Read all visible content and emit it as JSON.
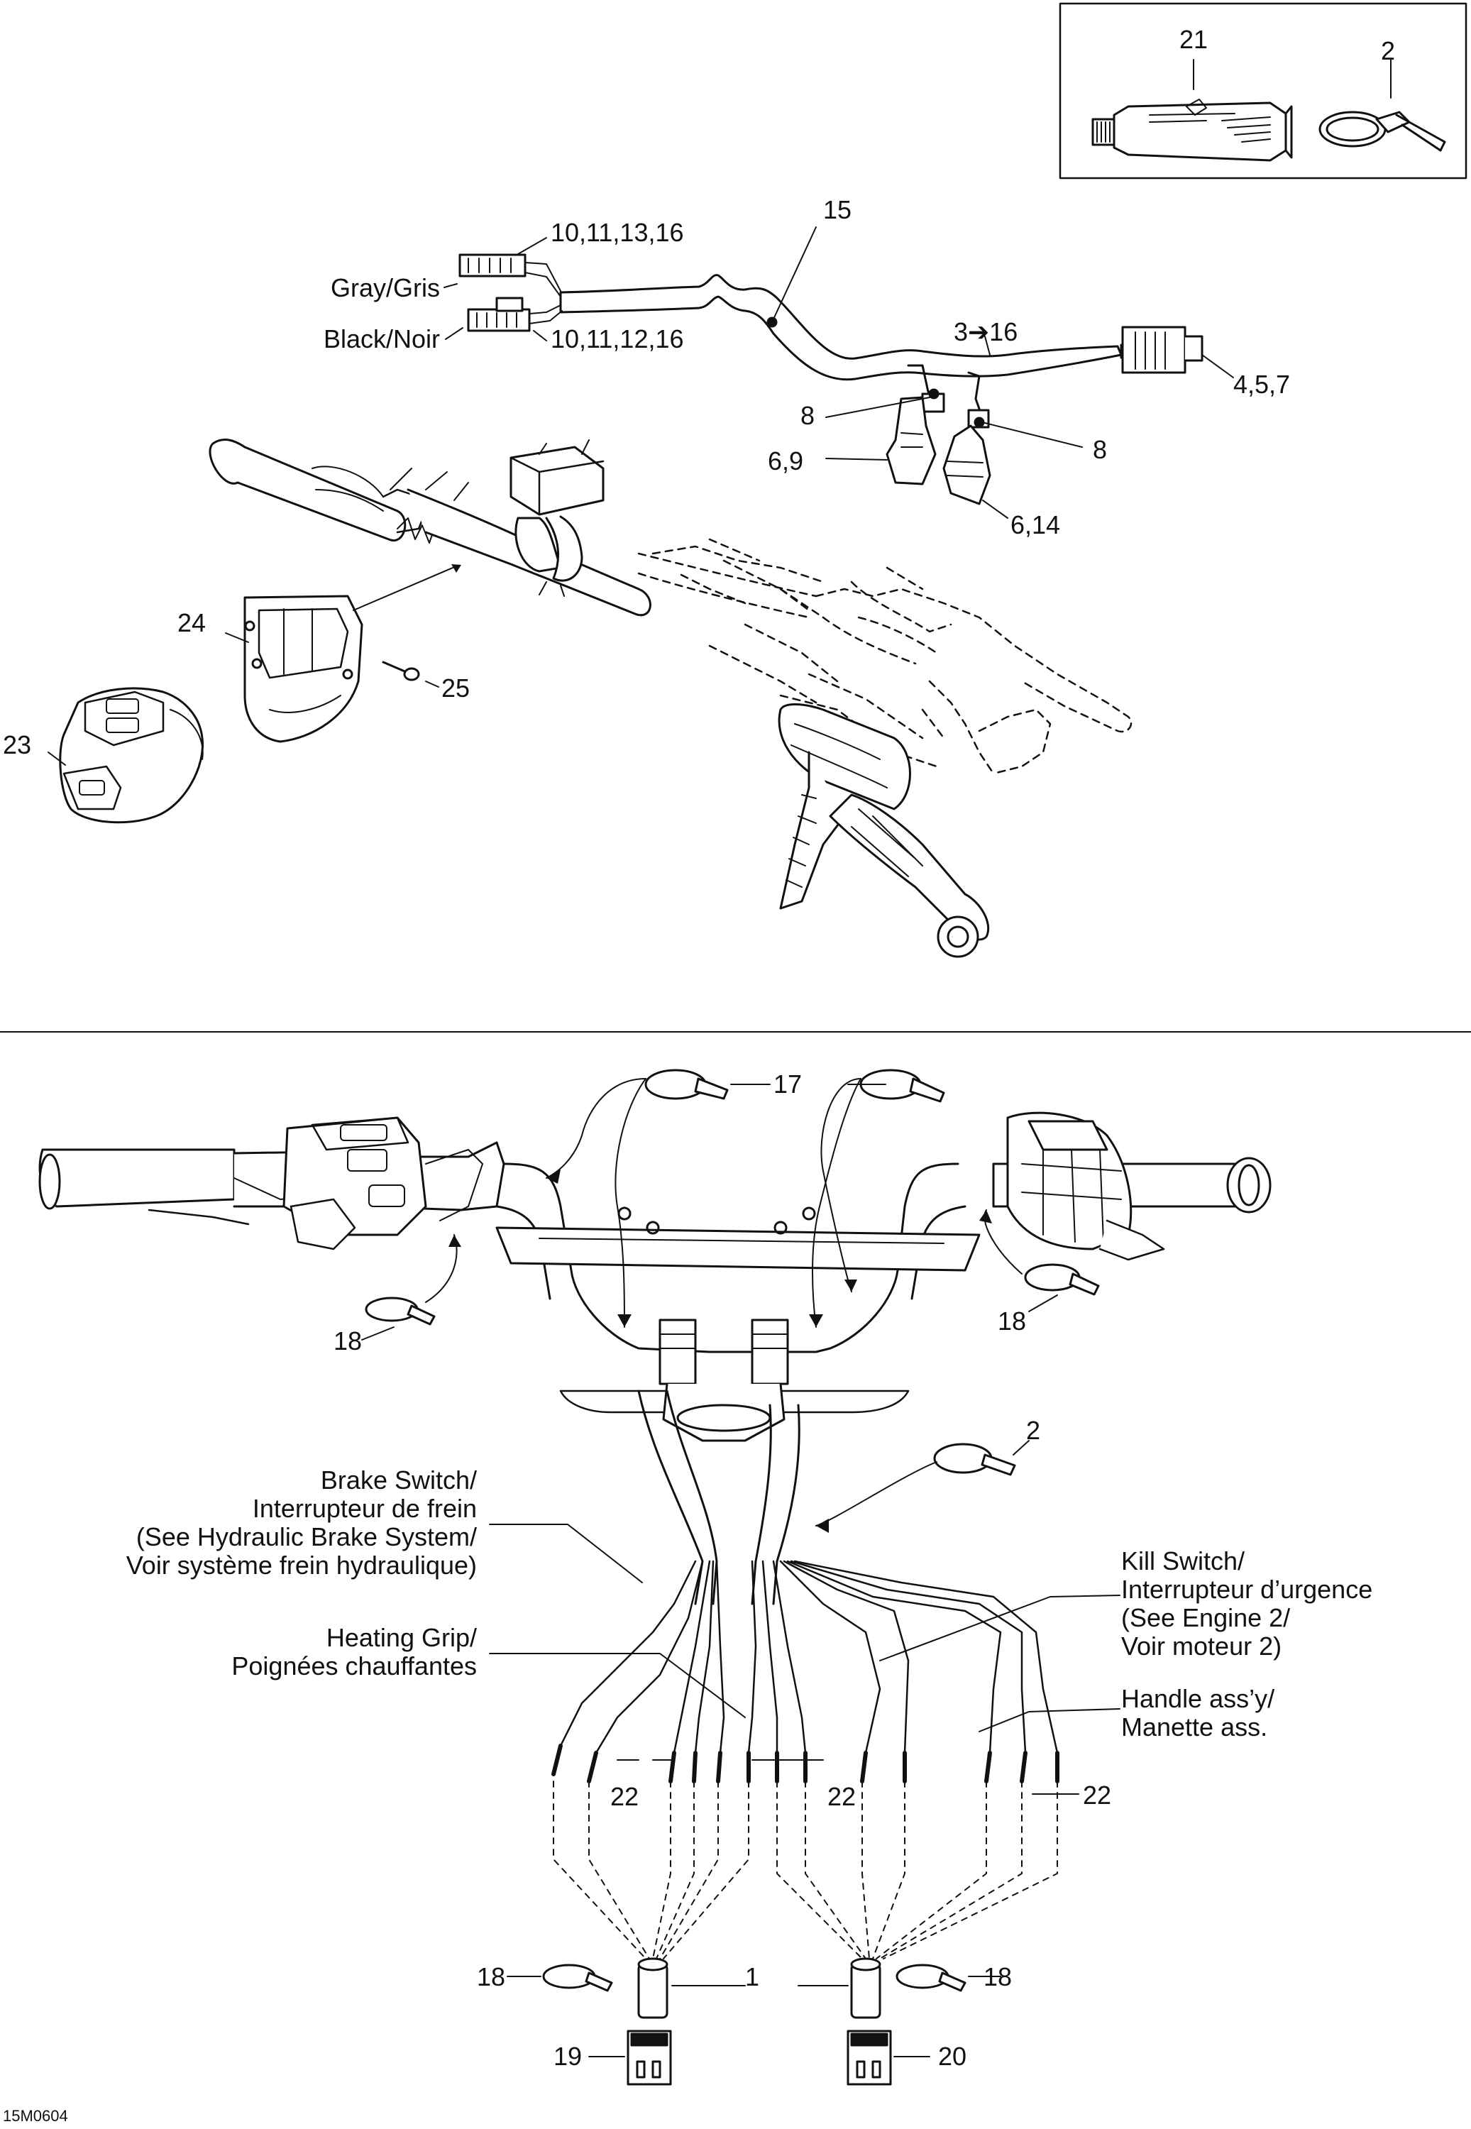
{
  "figure_code": "15M0604",
  "inset": {
    "callouts": [
      "21",
      "2"
    ]
  },
  "harness": {
    "gray_label": "Gray/Gris",
    "black_label": "Black/Noir",
    "gray_refs": "10,11,13,16",
    "black_refs": "10,11,12,16",
    "harness_ref": "15",
    "range_ref": "3➔16",
    "connector_ref": "4,5,7",
    "left_bullet_ref": "8",
    "right_bullet_ref": "8",
    "left_plug_ref": "6,9",
    "right_plug_ref": "6,14"
  },
  "housing": {
    "cover_ref": "24",
    "screw_ref": "25",
    "switch_ref": "23"
  },
  "handlebar": {
    "ties_top_ref": "17",
    "tie_left_ref": "18",
    "tie_right_ref": "18",
    "tie_center_ref": "2",
    "brake_switch": [
      "Brake Switch/",
      "Interrupteur de frein",
      "(See Hydraulic Brake System/",
      "Voir système frein hydraulique)"
    ],
    "heating_grip": [
      "Heating Grip/",
      "Poignées chauffantes"
    ],
    "kill_switch": [
      "Kill Switch/",
      "Interrupteur d’urgence",
      "(See Engine 2/",
      "Voir moteur 2)"
    ],
    "handle_assy": [
      "Handle ass’y/",
      "Manette ass."
    ],
    "terminal_refs": [
      "22",
      "22",
      "22"
    ],
    "sleeve_ref": "1",
    "sleeve_tie_left_ref": "18",
    "sleeve_tie_right_ref": "18",
    "housing_left_ref": "19",
    "housing_right_ref": "20"
  }
}
